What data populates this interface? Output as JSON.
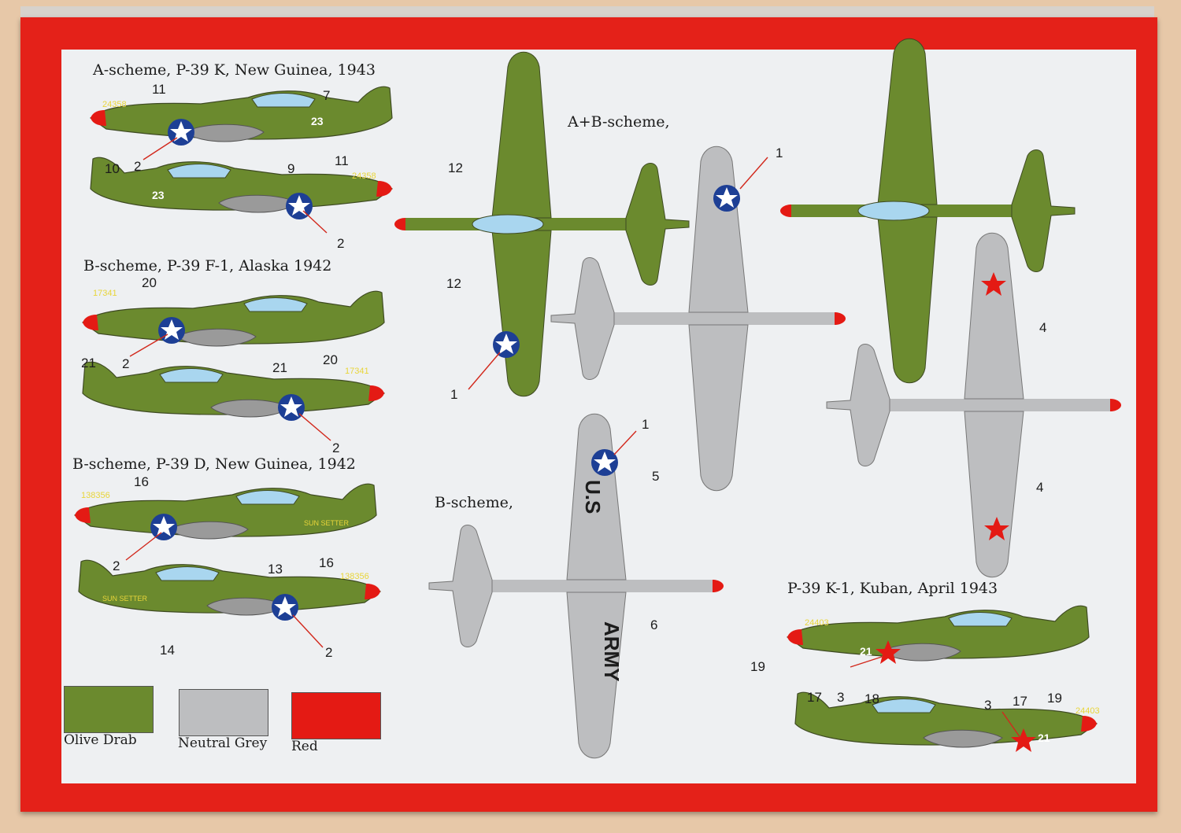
{
  "headings": {
    "scheme_a_k": "A-scheme, P-39 K, New Guinea, 1943",
    "scheme_b_f1": "B-scheme, P-39 F-1, Alaska 1942",
    "scheme_b_d": "B-scheme, P-39 D, New Guinea, 1942",
    "scheme_ab": "A+B-scheme,",
    "scheme_b": "B-scheme,",
    "kuban": "P-39 K-1, Kuban, April 1943"
  },
  "markings": {
    "serial_k": "24358",
    "code_k": "23",
    "serial_f1": "17341",
    "serial_d": "138356",
    "nose_art_d": "SUN SETTER",
    "serial_kuban": "24403",
    "code_kuban": "21",
    "us": "U.S",
    "army": "ARMY"
  },
  "callouts": {
    "n1": "1",
    "n2": "2",
    "n3": "3",
    "n4": "4",
    "n5": "5",
    "n6": "6",
    "n7": "7",
    "n9": "9",
    "n10": "10",
    "n11": "11",
    "n12": "12",
    "n13": "13",
    "n14": "14",
    "n16": "16",
    "n17": "17",
    "n18": "18",
    "n19": "19",
    "n20": "20",
    "n21": "21"
  },
  "legend": [
    {
      "label": "Olive Drab",
      "color": "#6b8a2e"
    },
    {
      "label": "Neutral Grey",
      "color": "#bdbec0"
    },
    {
      "label": "Red",
      "color": "#e41a14"
    }
  ],
  "colors": {
    "olive": "#6b8a2e",
    "grey": "#bdbec0",
    "red": "#e41a14",
    "roundel": "#1d3f95",
    "canopy": "#a9d6ef",
    "decal_yellow": "#e8d53a"
  }
}
